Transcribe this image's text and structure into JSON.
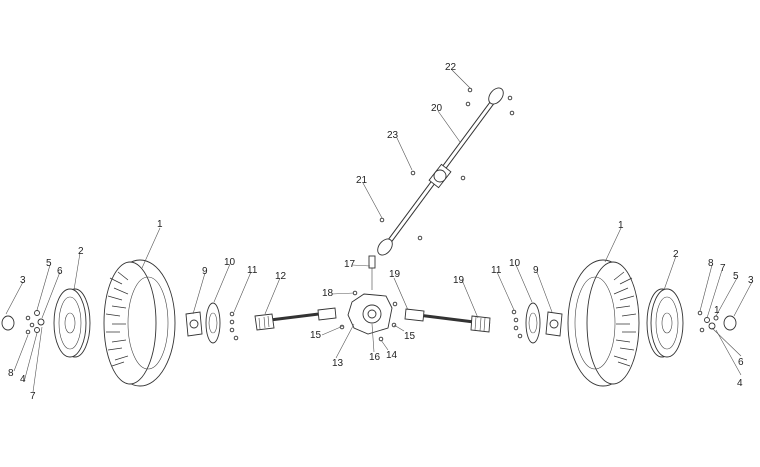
{
  "labels": [
    {
      "id": "l1a",
      "text": "1"
    },
    {
      "id": "l2a",
      "text": "2"
    },
    {
      "id": "l3a",
      "text": "3"
    },
    {
      "id": "l4a",
      "text": "4"
    },
    {
      "id": "l5a",
      "text": "5"
    },
    {
      "id": "l6a",
      "text": "6"
    },
    {
      "id": "l7a",
      "text": "7"
    },
    {
      "id": "l8a",
      "text": "8"
    },
    {
      "id": "l9a",
      "text": "9"
    },
    {
      "id": "l10a",
      "text": "10"
    },
    {
      "id": "l11a",
      "text": "11"
    },
    {
      "id": "l12",
      "text": "12"
    },
    {
      "id": "l13",
      "text": "13"
    },
    {
      "id": "l14",
      "text": "14"
    },
    {
      "id": "l15a",
      "text": "15"
    },
    {
      "id": "l15b",
      "text": "15"
    },
    {
      "id": "l16",
      "text": "16"
    },
    {
      "id": "l17",
      "text": "17"
    },
    {
      "id": "l18",
      "text": "18"
    },
    {
      "id": "l19a",
      "text": "19"
    },
    {
      "id": "l19b",
      "text": "19"
    },
    {
      "id": "l20",
      "text": "20"
    },
    {
      "id": "l21",
      "text": "21"
    },
    {
      "id": "l22",
      "text": "22"
    },
    {
      "id": "l23",
      "text": "23"
    },
    {
      "id": "l1b",
      "text": "1"
    },
    {
      "id": "l2b",
      "text": "2"
    },
    {
      "id": "l3b",
      "text": "3"
    },
    {
      "id": "l4b",
      "text": "4"
    },
    {
      "id": "l5b",
      "text": "5"
    },
    {
      "id": "l6b",
      "text": "6"
    },
    {
      "id": "l7b",
      "text": "7"
    },
    {
      "id": "l8b",
      "text": "8"
    },
    {
      "id": "l9b",
      "text": "9"
    },
    {
      "id": "l10b",
      "text": "10"
    },
    {
      "id": "l11b",
      "text": "11"
    },
    {
      "id": "l1c",
      "text": "1"
    }
  ]
}
